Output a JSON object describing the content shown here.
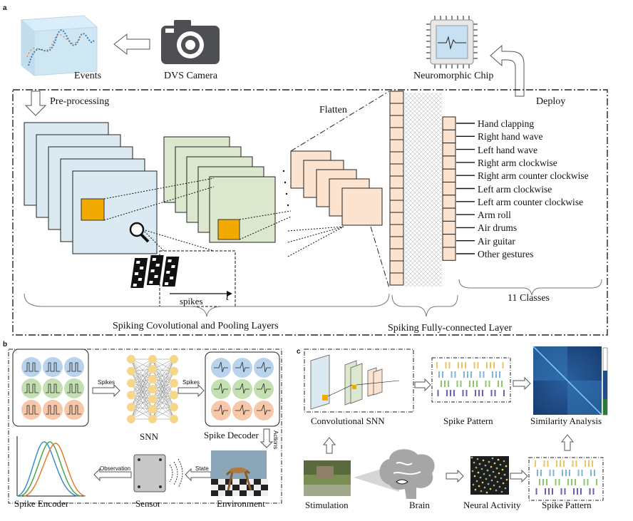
{
  "panels": {
    "a": "a",
    "b": "b",
    "c": "c"
  },
  "panel_a": {
    "events": "Events",
    "dvs_camera": "DVS Camera",
    "neuromorphic_chip": "Neuromorphic Chip",
    "deploy": "Deploy",
    "pre_processing": "Pre-processing",
    "flatten": "Flatten",
    "spikes": "spikes",
    "t_axis": "t",
    "conv_layers": "Spiking Covolutional and Pooling Layers",
    "fc_layer": "Spiking Fully-connected Layer",
    "classes_count": "11 Classes",
    "classes": [
      "Hand clapping",
      "Right hand wave",
      "Left hand wave",
      "Right arm clockwise",
      "Right arm counter clockwise",
      "Left arm clockwise",
      "Left arm counter clockwise",
      "Arm roll",
      "Air drums",
      "Air guitar",
      "Other gestures"
    ]
  },
  "panel_b": {
    "spikes_1": "Spikes",
    "spikes_2": "Spikes",
    "snn": "SNN",
    "spike_decoder": "Spike Decoder",
    "actions": "Actions",
    "state": "State",
    "observation": "Observation",
    "spike_encoder": "Spike Encoder",
    "sensor": "Sensor",
    "environment": "Environment"
  },
  "panel_c": {
    "conv_snn": "Convolutional SNN",
    "spike_pattern_top": "Spike Pattern",
    "similarity": "Similarity Analysis",
    "stimulation": "Stimulation",
    "brain": "Brain",
    "neural_activity": "Neural Activity",
    "spike_pattern_bottom": "Spike Pattern"
  },
  "colors": {
    "blue_map": "#dbe9f3",
    "green_map": "#dce8cd",
    "peach_map": "#fbe3cf",
    "highlight": "#f2a900",
    "neuron": "#f6d78a",
    "blue_circle": "#b9d3ec",
    "green_circle": "#c4dfb2",
    "orange_circle": "#f6c7a8"
  }
}
